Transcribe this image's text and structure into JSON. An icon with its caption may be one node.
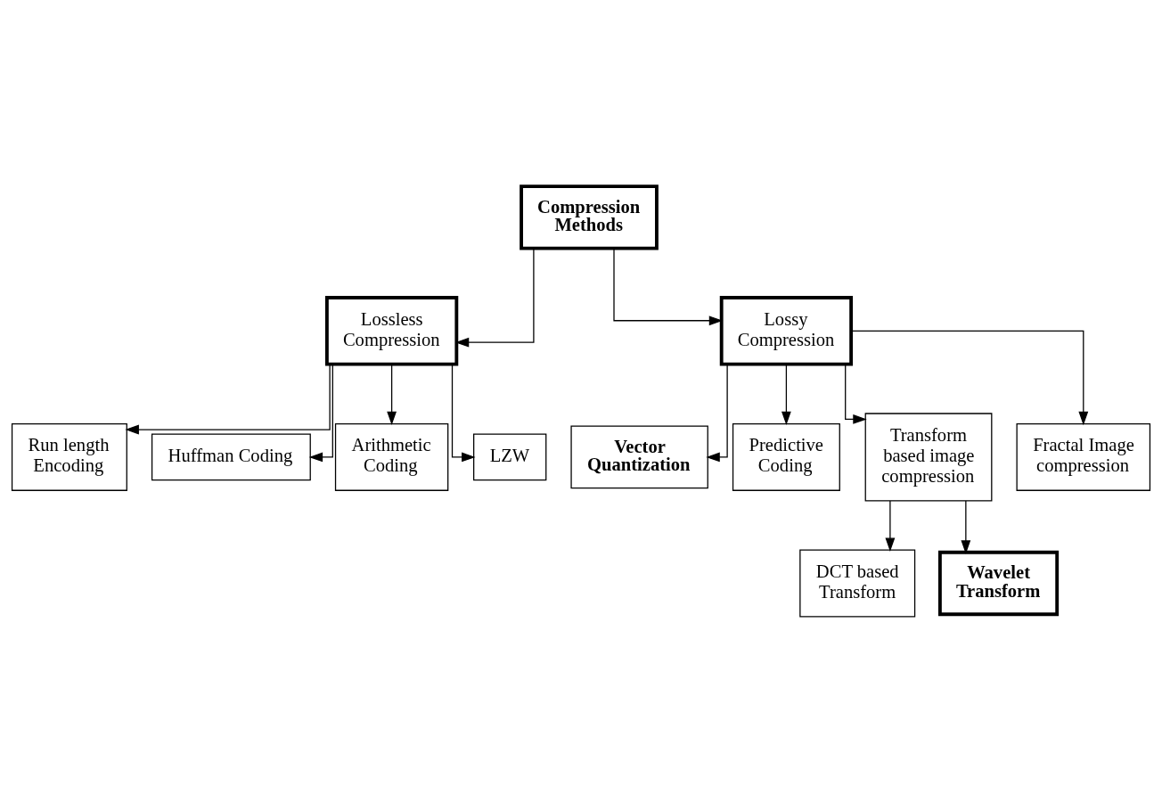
{
  "diagram": {
    "nodes": [
      {
        "text": [
          "Compression Methods"
        ]
      },
      {
        "text": [
          "Lossless Compression"
        ]
      },
      {
        "text": [
          "Lossy Compression"
        ]
      },
      {
        "text": [
          "Run length Encoding"
        ]
      },
      {
        "text": [
          "Huffman Coding"
        ]
      },
      {
        "text": [
          "Arithmetic Coding"
        ]
      },
      {
        "text": [
          "LZW"
        ]
      },
      {
        "text": [
          "Vector Quantization"
        ]
      },
      {
        "text": [
          "Predictive Coding"
        ]
      },
      {
        "text": [
          "DCT based Transform"
        ]
      },
      {
        "text": [
          "Transform based image compression"
        ]
      },
      {
        "text": [
          "Wavelet Transform"
        ]
      },
      {
        "text": [
          "Fractal Image compression"
        ]
      }
    ],
    "edges": [
      {
        "from": 0,
        "to": 1,
        "arrow": "to"
      },
      {
        "from": 0,
        "to": 2,
        "arrow": "to"
      },
      {
        "from": 1,
        "to": 3,
        "arrow": "to"
      },
      {
        "from": 1,
        "to": 4,
        "arrow": "to"
      },
      {
        "from": 1,
        "to": 5,
        "arrow": "to"
      },
      {
        "from": 1,
        "to": 6,
        "arrow": "to"
      },
      {
        "from": 2,
        "to": 7,
        "arrow": "to"
      },
      {
        "from": 2,
        "to": 8,
        "arrow": "to"
      },
      {
        "from": 2,
        "to": 10,
        "arrow": "to"
      },
      {
        "from": 2,
        "to": 12,
        "arrow": "to"
      },
      {
        "from": 10,
        "to": 9,
        "arrow": "to"
      },
      {
        "from": 10,
        "to": 11,
        "arrow": "to"
      }
    ]
  }
}
